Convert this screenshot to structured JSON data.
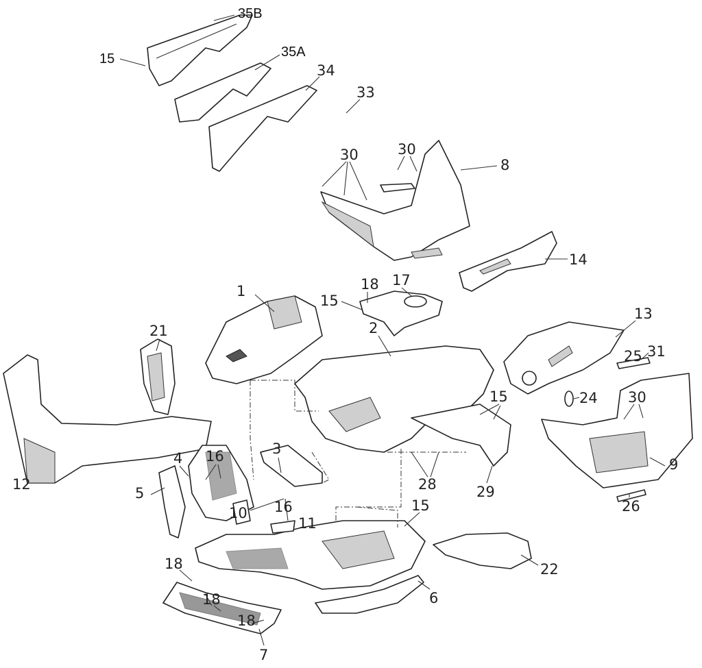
{
  "diagram": {
    "kind": "exploded parts view - body panels"
  },
  "callouts": [
    "35B",
    "15",
    "35A",
    "34",
    "33",
    "30",
    "30",
    "8",
    "14",
    "18",
    "17",
    "15",
    "1",
    "13",
    "21",
    "2",
    "31",
    "25",
    "24",
    "30",
    "15",
    "16",
    "3",
    "12",
    "4",
    "28",
    "29",
    "9",
    "5",
    "16",
    "26",
    "10",
    "11",
    "15",
    "22",
    "18",
    "18",
    "6",
    "18",
    "7"
  ]
}
